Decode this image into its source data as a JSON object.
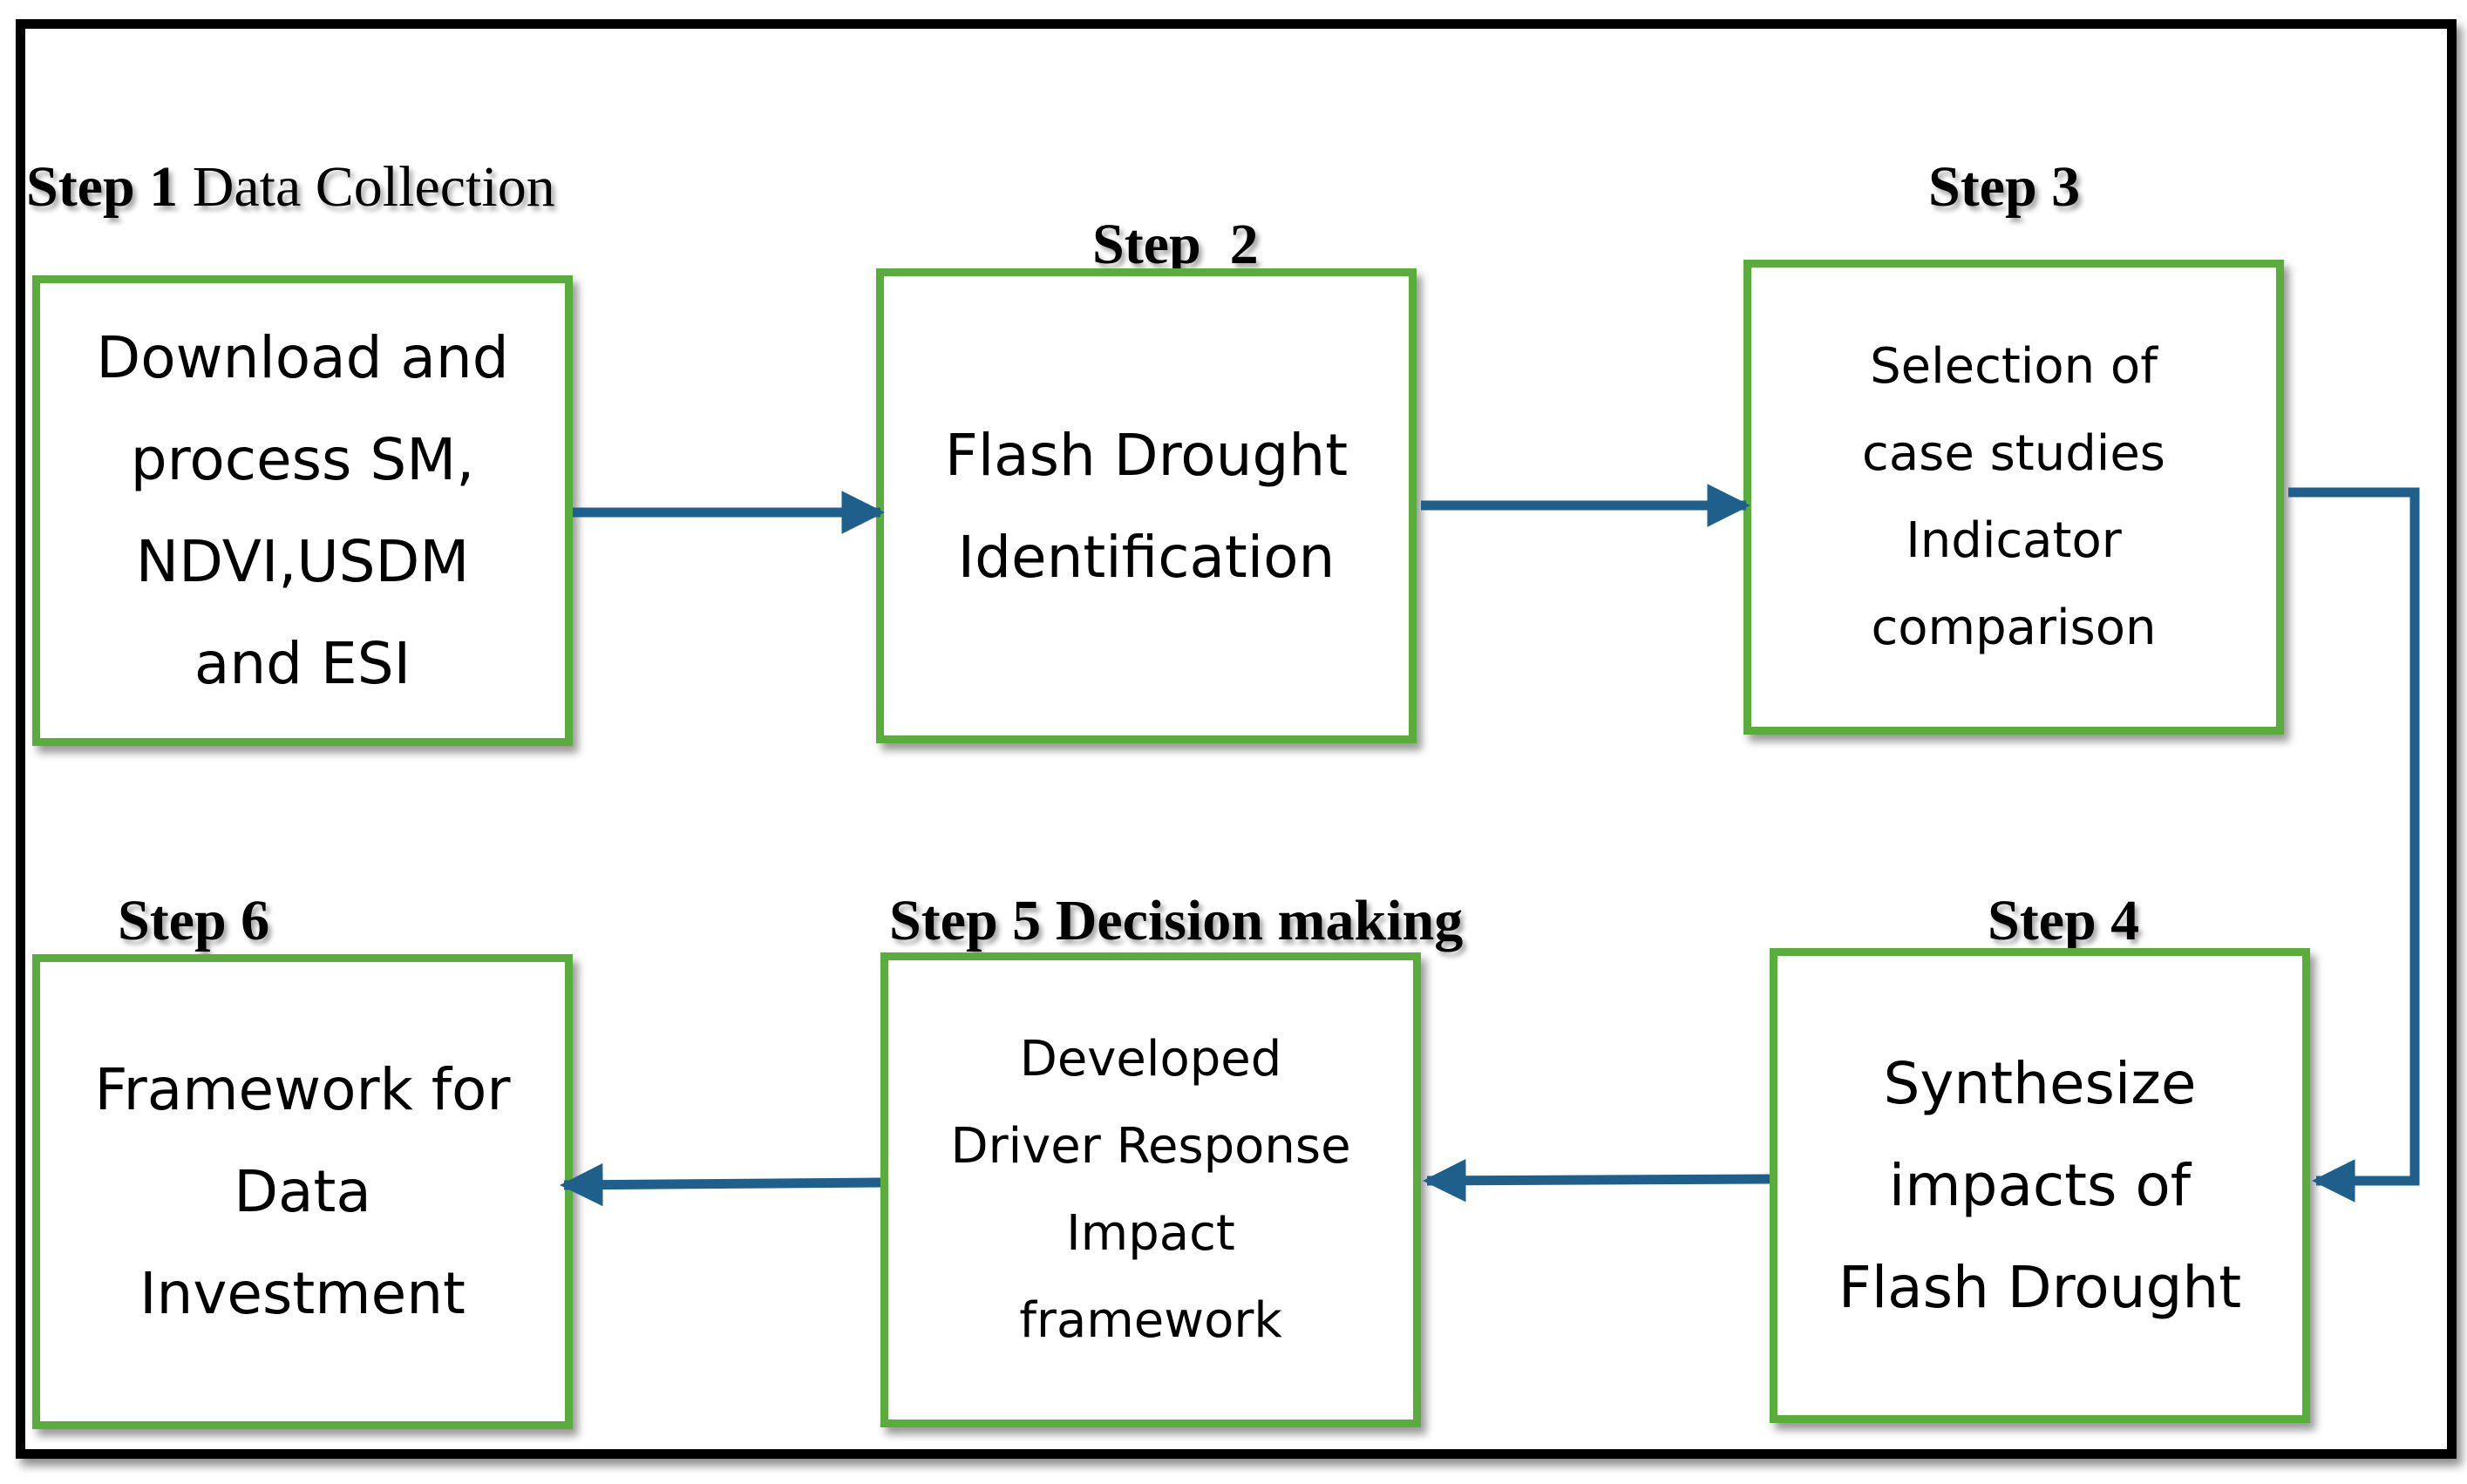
{
  "steps": [
    {
      "label": "Step 1",
      "title": "Data Collection",
      "text": "Download and\nprocess SM,\nNDVI,USDM\nand ESI"
    },
    {
      "label": "Step  2",
      "title": "",
      "text": "Flash Drought\nIdentification"
    },
    {
      "label": "Step 3",
      "title": "",
      "text": "Selection of\ncase studies\nIndicator\ncomparison"
    },
    {
      "label": "Step 4",
      "title": "",
      "text": "Synthesize\nimpacts of\nFlash Drought"
    },
    {
      "label": "Step 5",
      "title": "Decision making",
      "text": "Developed\nDriver Response\nImpact\nframework"
    },
    {
      "label": "Step 6",
      "title": "",
      "text": "Framework for\nData\nInvestment"
    }
  ],
  "colors": {
    "box_border": "#5aad3c",
    "arrow": "#1f5f8b",
    "frame": "#000000"
  }
}
